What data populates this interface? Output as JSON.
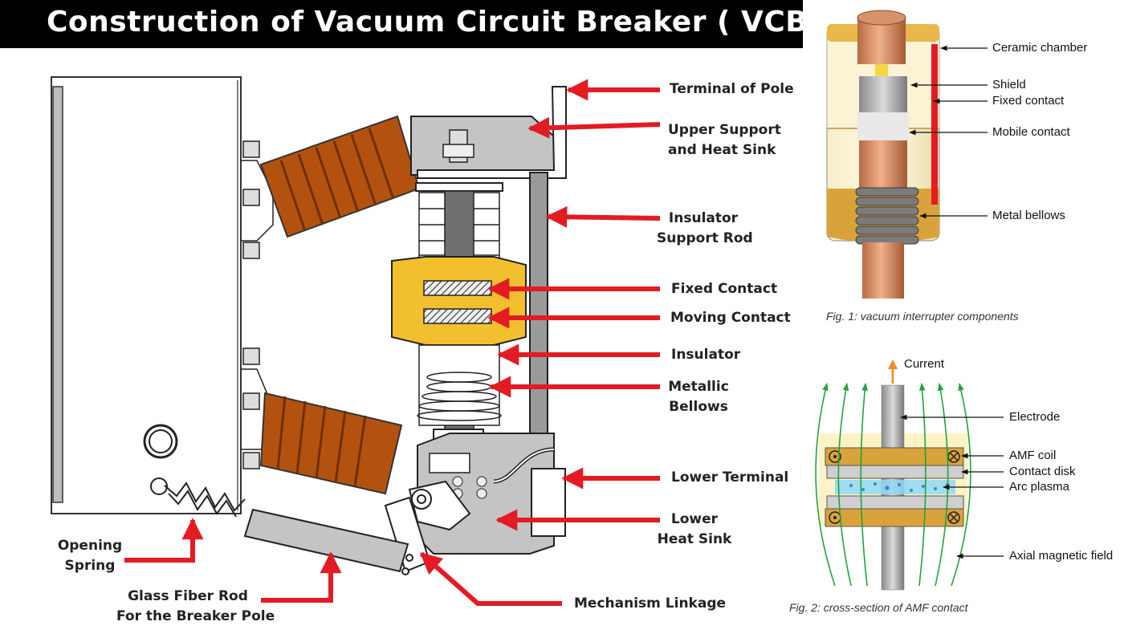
{
  "title": "Construction of Vacuum Circuit Breaker ( VCB )",
  "main_labels": {
    "terminal_of_pole": "Terminal of Pole",
    "upper_support_1": "Upper Support",
    "upper_support_2": "and Heat Sink",
    "insulator_rod_1": "Insulator",
    "insulator_rod_2": "Support Rod",
    "fixed_contact": "Fixed Contact",
    "moving_contact": "Moving Contact",
    "insulator": "Insulator",
    "bellows_1": "Metallic",
    "bellows_2": "Bellows",
    "lower_terminal": "Lower Terminal",
    "lower_heat_sink_1": "Lower",
    "lower_heat_sink_2": "Heat Sink",
    "mechanism_linkage": "Mechanism Linkage",
    "opening_spring_1": "Opening",
    "opening_spring_2": "Spring",
    "glass_fiber_1": "Glass Fiber Rod",
    "glass_fiber_2": "For the Breaker Pole"
  },
  "fig1": {
    "labels": {
      "ceramic_chamber": "Ceramic chamber",
      "shield": "Shield",
      "fixed_contact": "Fixed contact",
      "mobile_contact": "Mobile contact",
      "metal_bellows": "Metal bellows"
    },
    "caption": "Fig. 1: vacuum interrupter components"
  },
  "fig2": {
    "labels": {
      "current": "Current",
      "electrode": "Electrode",
      "amf_coil": "AMF coil",
      "contact_disk": "Contact disk",
      "arc_plasma": "Arc plasma",
      "axial_field": "Axial magnetic field"
    },
    "caption": "Fig. 2: cross-section of AMF contact"
  },
  "colors": {
    "arrow_red": "#e31b23",
    "insulator_brown": "#b3520f",
    "contact_yellow": "#f2c02e",
    "copper": "#d4865a",
    "field_green": "#23a33d",
    "current_orange": "#f08a1c"
  }
}
